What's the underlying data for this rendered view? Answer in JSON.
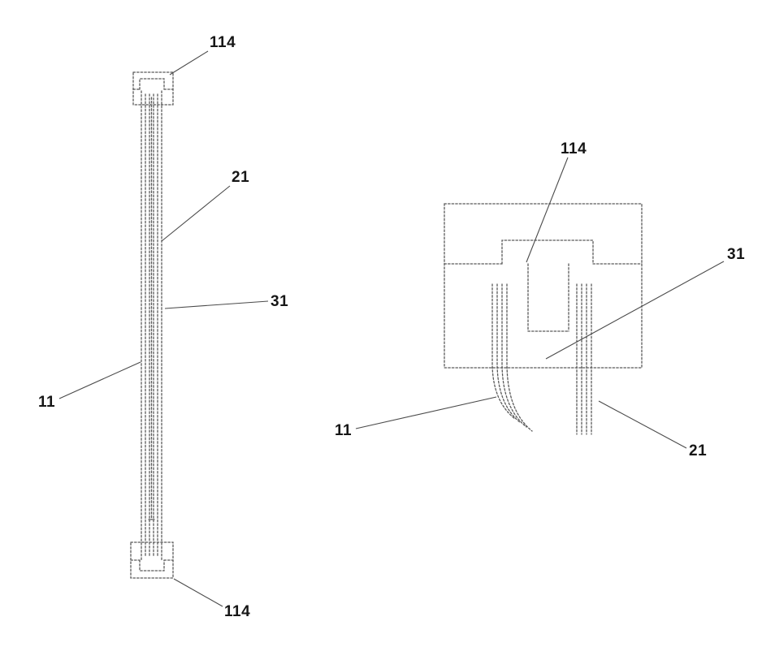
{
  "drawing": {
    "colors": {
      "background": "#ffffff",
      "line": "#5a5a5a",
      "leader": "#4a4a4a",
      "label": "#161616"
    },
    "left_view": {
      "labels": {
        "label_114_top": "114",
        "label_21": "21",
        "label_31": "31",
        "label_11": "11",
        "label_114_bottom": "114"
      }
    },
    "right_view": {
      "labels": {
        "label_114": "114",
        "label_31": "31",
        "label_11": "11",
        "label_21": "21"
      }
    }
  }
}
